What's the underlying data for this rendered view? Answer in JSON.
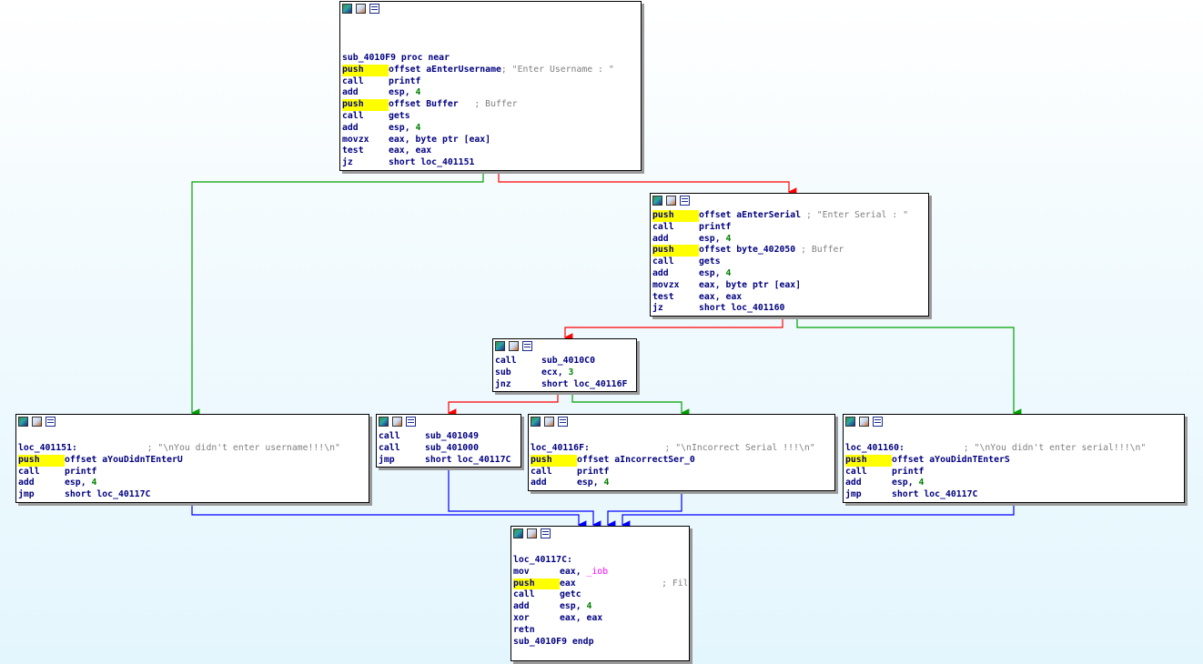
{
  "colors": {
    "true_edge": "#00a000",
    "false_edge": "#ff0000",
    "jump_edge": "#0000ff",
    "mnemonic": "#000080",
    "comment": "#808080",
    "number": "#008000",
    "import": "#ff00ff",
    "push_highlight": "#ffff00"
  },
  "icons": [
    "node-color-icon",
    "node-rename-icon",
    "node-list-icon"
  ],
  "blocks": [
    {
      "id": "n1",
      "lines": [
        {
          "label": "sub_4010F9 proc near"
        },
        {
          "mn": "push",
          "op": "offset aEnterUsername",
          "cm": "; \"Enter Username : \""
        },
        {
          "mn": "call",
          "op": "printf"
        },
        {
          "mn": "add",
          "op": "esp, ",
          "num": "4"
        },
        {
          "mn": "push",
          "op": "offset Buffer   ",
          "cm": "; Buffer"
        },
        {
          "mn": "call",
          "op": "gets"
        },
        {
          "mn": "add",
          "op": "esp, ",
          "num": "4"
        },
        {
          "mn": "movzx",
          "op": "eax, byte ptr [eax]"
        },
        {
          "mn": "test",
          "op": "eax, eax"
        },
        {
          "mn": "jz",
          "op": "short loc_401151"
        }
      ]
    },
    {
      "id": "n2",
      "lines": [
        {
          "mn": "push",
          "op": "offset aEnterSerial ",
          "cm": "; \"Enter Serial : \""
        },
        {
          "mn": "call",
          "op": "printf"
        },
        {
          "mn": "add",
          "op": "esp, ",
          "num": "4"
        },
        {
          "mn": "push",
          "op": "offset byte_402050 ",
          "cm": "; Buffer"
        },
        {
          "mn": "call",
          "op": "gets"
        },
        {
          "mn": "add",
          "op": "esp, ",
          "num": "4"
        },
        {
          "mn": "movzx",
          "op": "eax, byte ptr [eax]"
        },
        {
          "mn": "test",
          "op": "eax, eax"
        },
        {
          "mn": "jz",
          "op": "short loc_401160"
        }
      ]
    },
    {
      "id": "n3",
      "lines": [
        {
          "mn": "call",
          "op": "sub_4010C0"
        },
        {
          "mn": "sub",
          "op": "ecx, ",
          "num": "3"
        },
        {
          "mn": "jnz",
          "op": "short loc_40116F"
        }
      ]
    },
    {
      "id": "n4",
      "lines": [
        {
          "label": "loc_401151:             ",
          "cm": "; \"\\nYou didn't enter username!!!\\n\""
        },
        {
          "mn": "push",
          "op": "offset aYouDidnTEnterU"
        },
        {
          "mn": "call",
          "op": "printf"
        },
        {
          "mn": "add",
          "op": "esp, ",
          "num": "4"
        },
        {
          "mn": "jmp",
          "op": "short loc_40117C"
        }
      ]
    },
    {
      "id": "n5",
      "lines": [
        {
          "mn": "call",
          "op": "sub_401049"
        },
        {
          "mn": "call",
          "op": "sub_401000"
        },
        {
          "mn": "jmp",
          "op": "short loc_40117C"
        }
      ]
    },
    {
      "id": "n6",
      "lines": [
        {
          "label": "loc_40116F:              ",
          "cm": "; \"\\nIncorrect Serial !!!\\n\""
        },
        {
          "mn": "push",
          "op": "offset aIncorrectSer_0"
        },
        {
          "mn": "call",
          "op": "printf"
        },
        {
          "mn": "add",
          "op": "esp, ",
          "num": "4"
        }
      ]
    },
    {
      "id": "n7",
      "lines": [
        {
          "label": "loc_401160:           ",
          "cm": "; \"\\nYou didn't enter serial!!!\\n\""
        },
        {
          "mn": "push",
          "op": "offset aYouDidnTEnterS"
        },
        {
          "mn": "call",
          "op": "printf"
        },
        {
          "mn": "add",
          "op": "esp, ",
          "num": "4"
        },
        {
          "mn": "jmp",
          "op": "short loc_40117C"
        }
      ]
    },
    {
      "id": "n8",
      "lines": [
        {
          "label": "loc_40117C:"
        },
        {
          "mn": "mov",
          "op": "eax, ",
          "imp": "_iob"
        },
        {
          "mn": "push",
          "op": "eax                ",
          "cm": "; File"
        },
        {
          "mn": "call",
          "op": "getc"
        },
        {
          "mn": "add",
          "op": "esp, ",
          "num": "4"
        },
        {
          "mn": "xor",
          "op": "eax, eax"
        },
        {
          "mn": "retn"
        },
        {
          "label": "sub_4010F9 endp"
        }
      ]
    }
  ]
}
